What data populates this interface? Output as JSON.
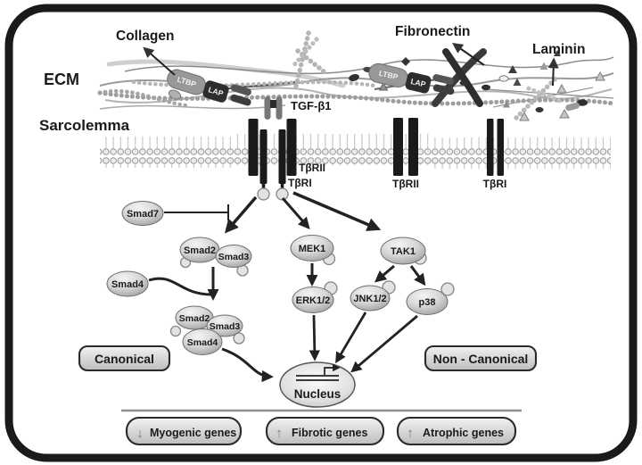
{
  "figure": {
    "region_labels": {
      "ecm": "ECM",
      "sarcolemma": "Sarcolemma"
    },
    "ecm_labels": {
      "collagen": "Collagen",
      "fibronectin": "Fibronectin",
      "laminin": "Laminin",
      "ltbp": "LTBP",
      "lap": "LAP"
    },
    "ligand": {
      "prefix": "TGF-",
      "bold": "β1"
    },
    "receptor_parts": {
      "t": "T",
      "beta": "β",
      "rii": "RII",
      "ri": "RI"
    },
    "nodes": {
      "smad7": "Smad7",
      "smad2": "Smad2",
      "smad3": "Smad3",
      "smad4": "Smad4",
      "mek1": "MEK1",
      "erk12": "ERK1/2",
      "tak1": "TAK1",
      "jnk12": "JNK1/2",
      "p38": "p38",
      "nucleus": "Nucleus"
    },
    "pathway_boxes": {
      "canonical": "Canonical",
      "non_canonical": "Non - Canonical"
    },
    "gene_boxes": [
      {
        "arrow": "↓",
        "label": "Myogenic genes"
      },
      {
        "arrow": "↑",
        "label": "Fibrotic genes"
      },
      {
        "arrow": "↑",
        "label": "Atrophic genes"
      }
    ],
    "colors": {
      "ink": "#1a1a1a",
      "arrow": "#222222",
      "membrane_bead": "#ececec",
      "node_edge": "#6f6f6f",
      "capsule_ltbp": "#989898",
      "capsule_lap": "#2d2d2d"
    }
  }
}
